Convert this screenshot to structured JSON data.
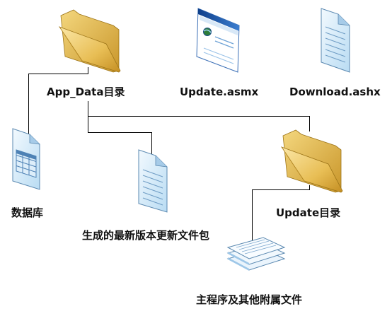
{
  "diagram": {
    "nodes": {
      "app_data_folder": "App_Data目录",
      "update_asmx": "Update.asmx",
      "download_ashx": "Download.ashx",
      "database": "数据库",
      "update_package": "生成的最新版本更新文件包",
      "update_folder": "Update目录",
      "main_files": "主程序及其他附属文件"
    },
    "icons": {
      "app_data_folder": "folder-icon",
      "update_asmx": "web-service-window-icon",
      "download_ashx": "document-icon",
      "database": "database-table-icon",
      "update_package": "document-icon",
      "update_folder": "folder-icon",
      "main_files": "stacked-documents-icon"
    },
    "colors": {
      "folder": "#E3B84A",
      "document": "#CFE6F7",
      "window_title": "#1F5FB0",
      "connector": "#000000"
    }
  }
}
